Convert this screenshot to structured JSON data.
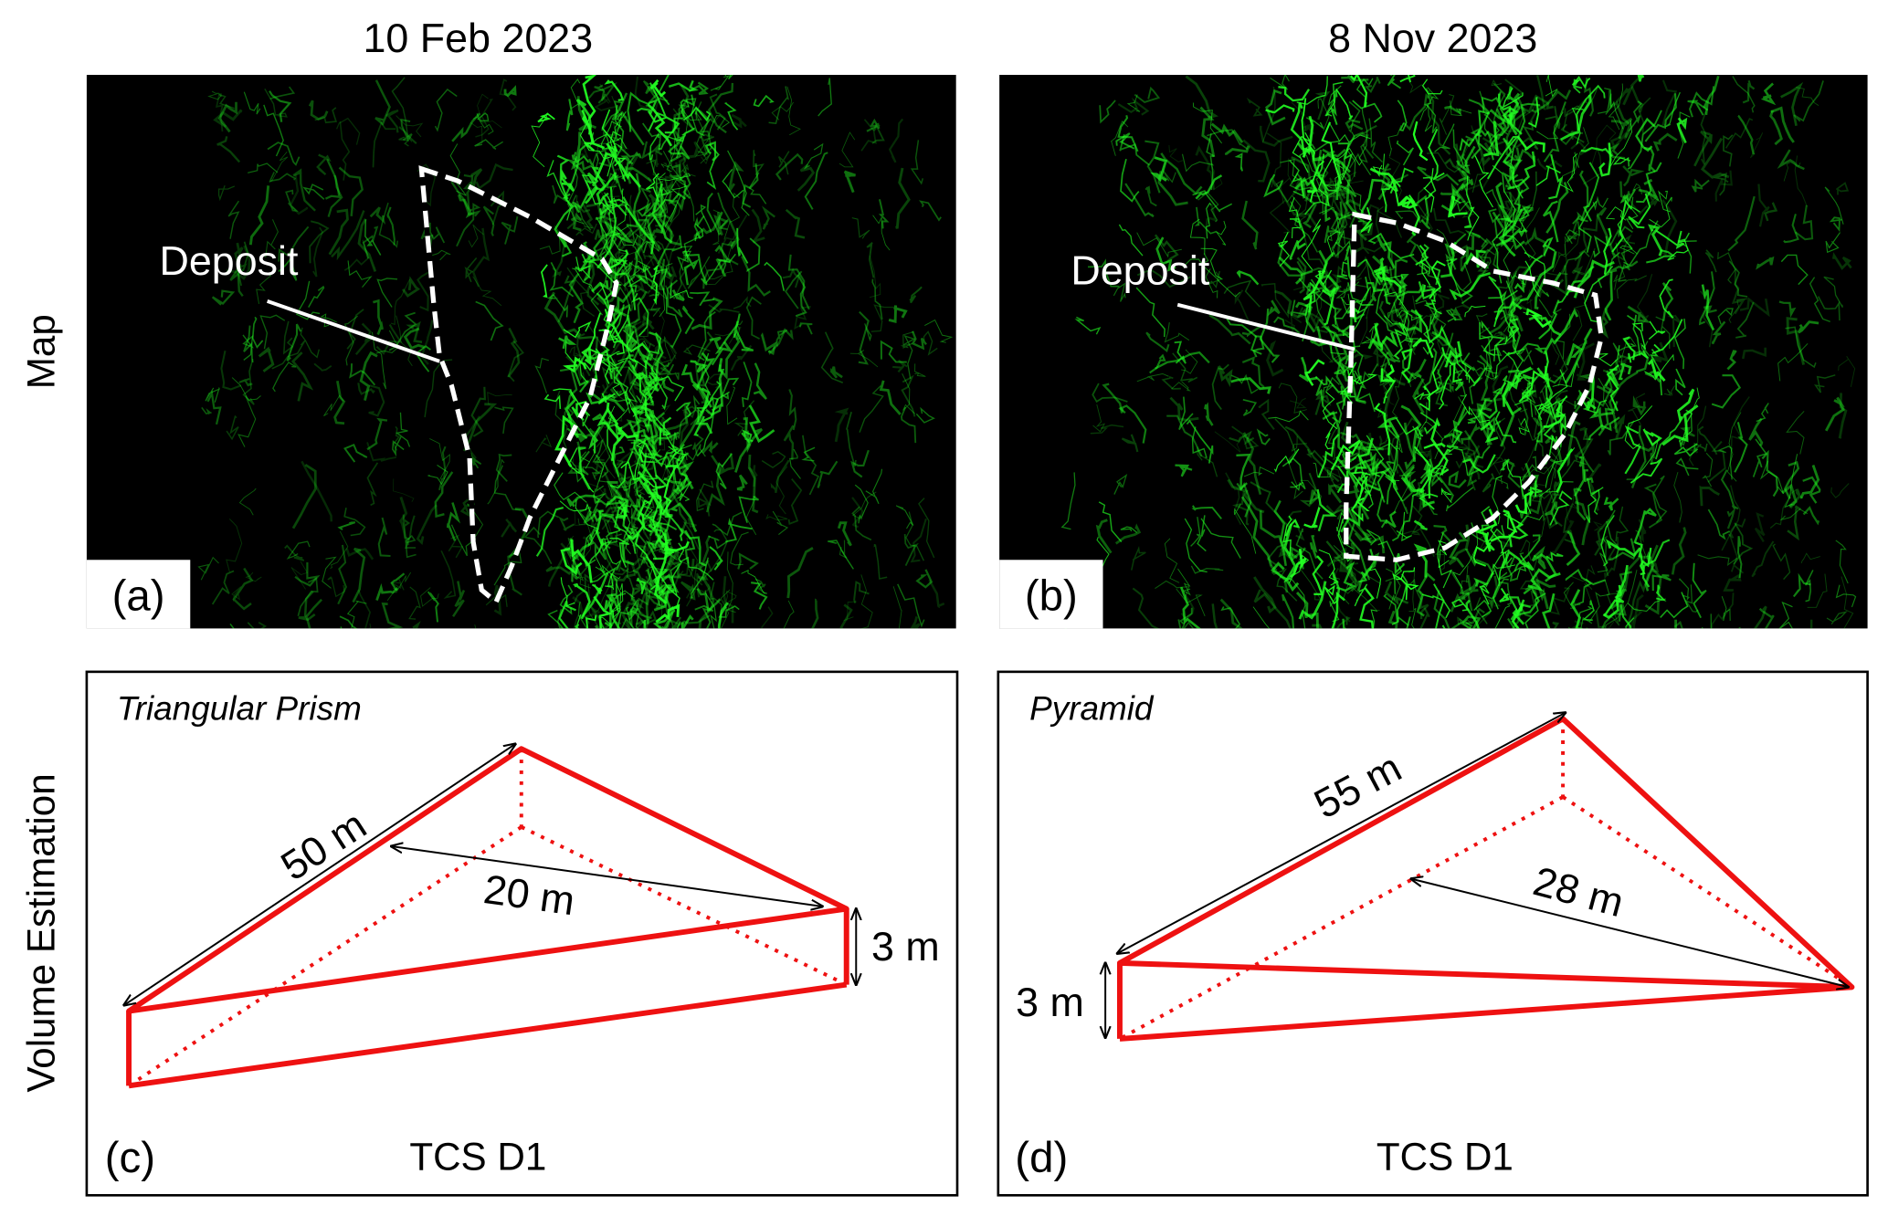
{
  "columns": [
    {
      "date": "10 Feb 2023"
    },
    {
      "date": "8 Nov 2023"
    }
  ],
  "row_labels": {
    "map": "Map",
    "volume": "Volume Estimation"
  },
  "panels": {
    "a": {
      "tag": "(a)",
      "label": "Deposit"
    },
    "b": {
      "tag": "(b)",
      "label": "Deposit"
    },
    "c": {
      "tag": "(c)",
      "shape": "Triangular Prism",
      "site": "TCS D1",
      "length": "50 m",
      "width": "20 m",
      "height": "3 m"
    },
    "d": {
      "tag": "(d)",
      "shape": "Pyramid",
      "site": "TCS D1",
      "length": "55 m",
      "width": "28 m",
      "height": "3 m"
    }
  },
  "colors": {
    "cloud": "#22ff22",
    "outline": "#ffffff",
    "shape": "#ee1111",
    "dim": "#000000"
  }
}
